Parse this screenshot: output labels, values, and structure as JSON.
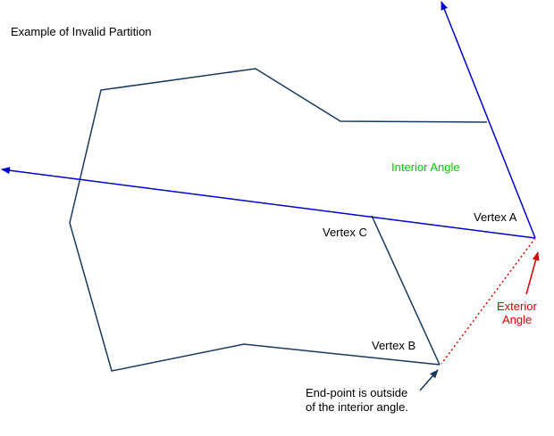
{
  "title": "Example of Invalid Partition",
  "labels": {
    "interior_angle": "Interior Angle",
    "vertex_a": "Vertex A",
    "vertex_b": "Vertex B",
    "vertex_c": "Vertex C",
    "exterior_line1": "Exterior",
    "exterior_line2": "Angle",
    "endpoint_line1": "End-point is outside",
    "endpoint_line2": "of the interior angle."
  },
  "colors": {
    "polygon": "#1a3a5c",
    "ray": "#0000cc",
    "interior": "#00cc00",
    "exterior": "#dd0000",
    "text": "#000000"
  }
}
